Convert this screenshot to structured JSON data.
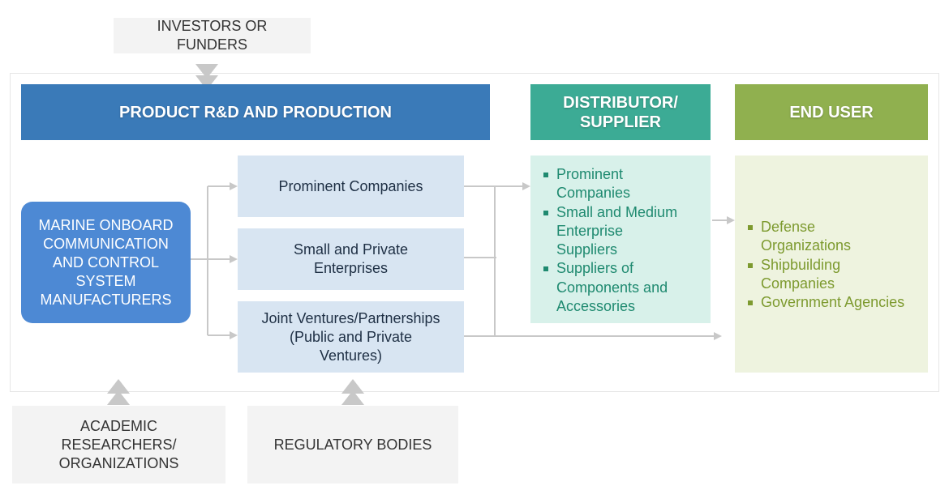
{
  "investors": {
    "label": "INVESTORS OR\nFUNDERS"
  },
  "headers": {
    "rnd": "PRODUCT R&D AND PRODUCTION",
    "distributor": "DISTRIBUTOR/\nSUPPLIER",
    "end_user": "END USER"
  },
  "manufacturer": {
    "label": "MARINE ONBOARD\nCOMMUNICATION\nAND CONTROL\nSYSTEM\nMANUFACTURERS"
  },
  "companies": [
    {
      "label": "Prominent Companies"
    },
    {
      "label": "Small and Private\nEnterprises"
    },
    {
      "label": "Joint Ventures/Partnerships\n(Public and Private\nVentures)"
    }
  ],
  "distributor_items": [
    "Prominent\nCompanies",
    "Small and Medium\nEnterprise\nSuppliers",
    "Suppliers of\nComponents and\nAccessories"
  ],
  "end_user_items": [
    "Defense\nOrganizations",
    "Shipbuilding\nCompanies",
    "Government Agencies"
  ],
  "academic": {
    "label": "ACADEMIC\nRESEARCHERS/\nORGANIZATIONS"
  },
  "regulatory": {
    "label": "REGULATORY BODIES"
  },
  "colors": {
    "rnd_header": "#3a7ab8",
    "distributor_header": "#3cab95",
    "end_user_header": "#90b04f",
    "manufacturer_box": "#4d89d4",
    "company_box": "#d8e5f2",
    "distributor_panel": "#d8f1ea",
    "end_user_panel": "#eef3df",
    "connector": "#c8c8c8"
  }
}
